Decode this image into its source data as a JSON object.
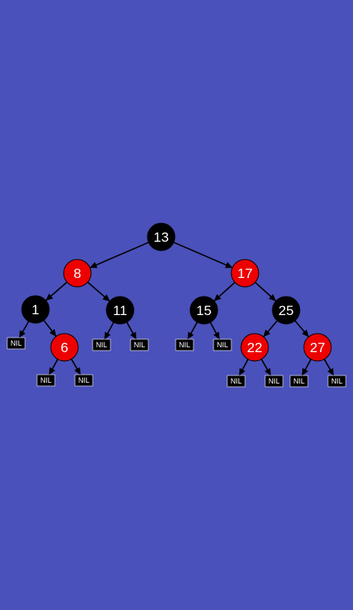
{
  "colors": {
    "background": "#4a51ba",
    "red_node": "#ee0000",
    "black_node": "#000000",
    "nil_leaf": "#000000",
    "edge": "#000000",
    "label": "#ffffff"
  },
  "tree": {
    "nodes": [
      {
        "id": "n13",
        "label": "13",
        "color": "black"
      },
      {
        "id": "n8",
        "label": "8",
        "color": "red"
      },
      {
        "id": "n17",
        "label": "17",
        "color": "red"
      },
      {
        "id": "n1",
        "label": "1",
        "color": "black"
      },
      {
        "id": "n11",
        "label": "11",
        "color": "black"
      },
      {
        "id": "n15",
        "label": "15",
        "color": "black"
      },
      {
        "id": "n25",
        "label": "25",
        "color": "black"
      },
      {
        "id": "n6",
        "label": "6",
        "color": "red"
      },
      {
        "id": "n22",
        "label": "22",
        "color": "red"
      },
      {
        "id": "n27",
        "label": "27",
        "color": "red"
      }
    ],
    "nil_leaves": [
      {
        "id": "nil1",
        "label": "NIL"
      },
      {
        "id": "nil2",
        "label": "NIL"
      },
      {
        "id": "nil3",
        "label": "NIL"
      },
      {
        "id": "nil4",
        "label": "NIL"
      },
      {
        "id": "nil5",
        "label": "NIL"
      },
      {
        "id": "nil6",
        "label": "NIL"
      },
      {
        "id": "nil7",
        "label": "NIL"
      },
      {
        "id": "nil8",
        "label": "NIL"
      },
      {
        "id": "nil9",
        "label": "NIL"
      },
      {
        "id": "nil10",
        "label": "NIL"
      },
      {
        "id": "nil11",
        "label": "NIL"
      }
    ],
    "edges": [
      {
        "from": "n13",
        "to": "n8"
      },
      {
        "from": "n13",
        "to": "n17"
      },
      {
        "from": "n8",
        "to": "n1"
      },
      {
        "from": "n8",
        "to": "n11"
      },
      {
        "from": "n17",
        "to": "n15"
      },
      {
        "from": "n17",
        "to": "n25"
      },
      {
        "from": "n1",
        "to": "nil1"
      },
      {
        "from": "n1",
        "to": "n6"
      },
      {
        "from": "n11",
        "to": "nil2"
      },
      {
        "from": "n11",
        "to": "nil3"
      },
      {
        "from": "n15",
        "to": "nil4"
      },
      {
        "from": "n15",
        "to": "nil5"
      },
      {
        "from": "n25",
        "to": "n22"
      },
      {
        "from": "n25",
        "to": "n27"
      },
      {
        "from": "n6",
        "to": "nil6"
      },
      {
        "from": "n6",
        "to": "nil7"
      },
      {
        "from": "n22",
        "to": "nil8"
      },
      {
        "from": "n22",
        "to": "nil9"
      },
      {
        "from": "n27",
        "to": "nil10"
      },
      {
        "from": "n27",
        "to": "nil11"
      }
    ]
  }
}
